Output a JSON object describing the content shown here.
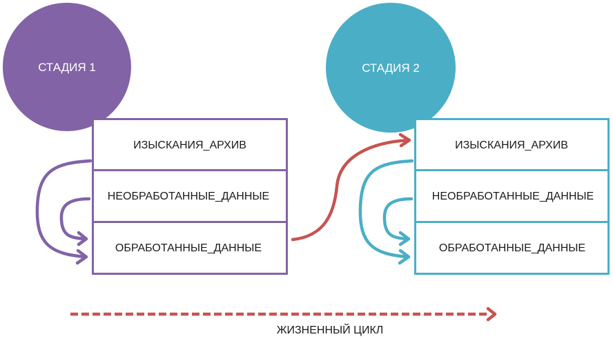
{
  "colors": {
    "stage1": "#8263a6",
    "stage2": "#4aaec6",
    "transition": "#c65450",
    "text": "#1a1a1a"
  },
  "stages": [
    {
      "label": "СТАДИЯ 1",
      "rows": [
        "ИЗЫСКАНИЯ_АРХИВ",
        "НЕОБРАБОТАННЫЕ_ДАННЫЕ",
        "ОБРАБОТАННЫЕ_ДАННЫЕ"
      ]
    },
    {
      "label": "СТАДИЯ 2",
      "rows": [
        "ИЗЫСКАНИЯ_АРХИВ",
        "НЕОБРАБОТАННЫЕ_ДАННЫЕ",
        "ОБРАБОТАННЫЕ_ДАННЫЕ"
      ]
    }
  ],
  "transitions": [
    {
      "from": "stage1.ОБРАБОТАННЫЕ_ДАННЫЕ",
      "to": "stage2.ИЗЫСКАНИЯ_АРХИВ"
    }
  ],
  "internal_flows": [
    {
      "from": "ИЗЫСКАНИЯ_АРХИВ",
      "to": "ОБРАБОТАННЫЕ_ДАННЫЕ"
    },
    {
      "from": "НЕОБРАБОТАННЫЕ_ДАННЫЕ",
      "to": "ОБРАБОТАННЫЕ_ДАННЫЕ"
    }
  ],
  "timeline": {
    "label": "ЖИЗНЕННЫЙ ЦИКЛ"
  }
}
